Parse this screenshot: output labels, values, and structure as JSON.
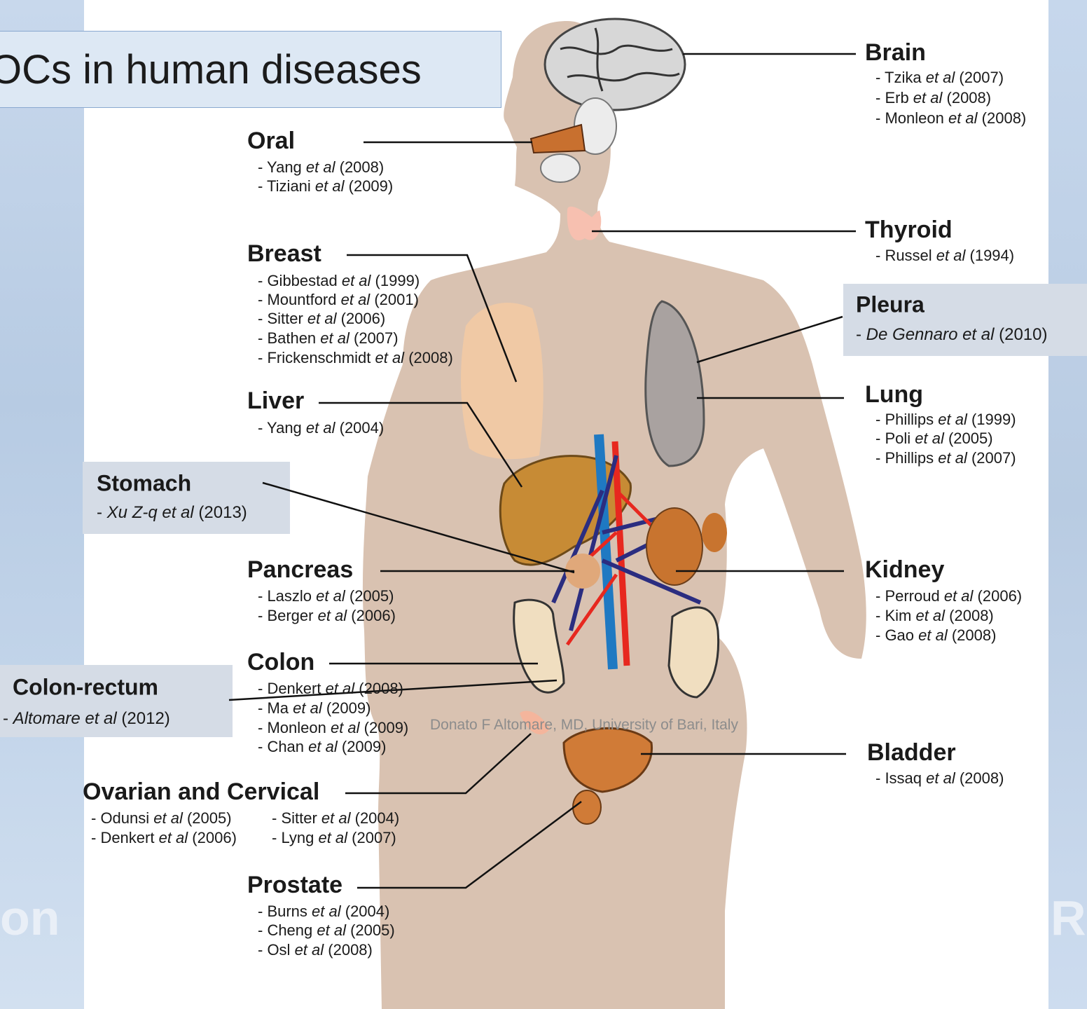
{
  "title": "OCs in human diseases",
  "footer": "Donato F Altomare, MD, University of Bari, Italy",
  "background_fragments": {
    "left": "on",
    "right": "R"
  },
  "colors": {
    "body": "#d9c2b1",
    "title_box": "#dde8f4",
    "label_box": "#d5dce6",
    "side_panels": "#c3d5ea",
    "leader_line": "#111111"
  },
  "organs": [
    {
      "name": "Brain",
      "refs": [
        {
          "a": "- Tzika ",
          "b": "et al",
          "y": " (2007)"
        },
        {
          "a": "- Erb ",
          "b": "et al",
          "y": " (2008)"
        },
        {
          "a": "- Monleon ",
          "b": "et al",
          "y": " (2008)"
        }
      ]
    },
    {
      "name": "Oral",
      "refs": [
        {
          "a": "- Yang ",
          "b": "et al",
          "y": " (2008)"
        },
        {
          "a": "- Tiziani ",
          "b": "et al",
          "y": " (2009)"
        }
      ]
    },
    {
      "name": "Thyroid",
      "refs": [
        {
          "a": "- Russel ",
          "b": "et al",
          "y": " (1994)"
        }
      ]
    },
    {
      "name": "Breast",
      "refs": [
        {
          "a": "- Gibbestad ",
          "b": "et al",
          "y": " (1999)"
        },
        {
          "a": "- Mountford ",
          "b": "et al",
          "y": " (2001)"
        },
        {
          "a": "- Sitter ",
          "b": "et al",
          "y": " (2006)"
        },
        {
          "a": "- Bathen ",
          "b": "et al",
          "y": " (2007)"
        },
        {
          "a": "- Frickenschmidt ",
          "b": "et al",
          "y": " (2008)"
        }
      ]
    },
    {
      "name": "Pleura",
      "refs": [
        {
          "a": "- ",
          "b": "De Gennaro et al",
          "y": " (2010)"
        }
      ]
    },
    {
      "name": "Liver",
      "refs": [
        {
          "a": "- Yang ",
          "b": "et al",
          "y": " (2004)"
        }
      ]
    },
    {
      "name": "Lung",
      "refs": [
        {
          "a": "- Phillips ",
          "b": "et al",
          "y": " (1999)"
        },
        {
          "a": "- Poli ",
          "b": "et al",
          "y": " (2005)"
        },
        {
          "a": "- Phillips ",
          "b": "et al",
          "y": " (2007)"
        }
      ]
    },
    {
      "name": "Stomach",
      "refs": [
        {
          "a": "- ",
          "b": "Xu Z-q et al",
          "y": " (2013)"
        }
      ]
    },
    {
      "name": "Pancreas",
      "refs": [
        {
          "a": "- Laszlo ",
          "b": "et al",
          "y": " (2005)"
        },
        {
          "a": "- Berger ",
          "b": "et al",
          "y": " (2006)"
        }
      ]
    },
    {
      "name": "Kidney",
      "refs": [
        {
          "a": "- Perroud ",
          "b": "et al",
          "y": " (2006)"
        },
        {
          "a": "- Kim ",
          "b": "et al",
          "y": " (2008)"
        },
        {
          "a": "- Gao ",
          "b": "et al",
          "y": " (2008)"
        }
      ]
    },
    {
      "name": "Colon",
      "refs": [
        {
          "a": "- Denkert ",
          "b": "et al",
          "y": " (2008)"
        },
        {
          "a": "- Ma ",
          "b": "et al",
          "y": " (2009)"
        },
        {
          "a": "- Monleon ",
          "b": "et al",
          "y": " (2009)"
        },
        {
          "a": "- Chan ",
          "b": "et al",
          "y": " (2009)"
        }
      ]
    },
    {
      "name": "Colon-rectum",
      "refs": [
        {
          "a": "- ",
          "b": "Altomare et al",
          "y": " (2012)"
        }
      ]
    },
    {
      "name": "Bladder",
      "refs": [
        {
          "a": "- Issaq ",
          "b": "et al",
          "y": " (2008)"
        }
      ]
    },
    {
      "name": "Ovarian and Cervical",
      "refs": [
        {
          "a": "- Odunsi ",
          "b": "et al",
          "y": " (2005)"
        },
        {
          "a": "- Denkert ",
          "b": "et al",
          "y": " (2006)"
        },
        {
          "a": "- Sitter ",
          "b": "et al",
          "y": " (2004)"
        },
        {
          "a": "- Lyng ",
          "b": "et al",
          "y": " (2007)"
        }
      ]
    },
    {
      "name": "Prostate",
      "refs": [
        {
          "a": "- Burns ",
          "b": "et al",
          "y": " (2004)"
        },
        {
          "a": "- Cheng ",
          "b": "et al",
          "y": " (2005)"
        },
        {
          "a": "- Osl ",
          "b": "et al",
          "y": " (2008)"
        }
      ]
    }
  ]
}
